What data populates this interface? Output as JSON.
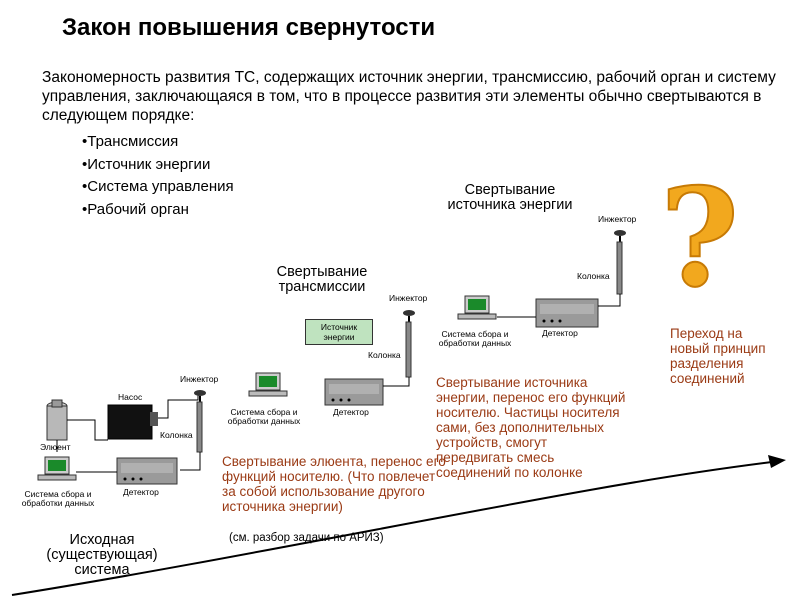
{
  "title": "Закон повышения свернутости",
  "intro": "Закономерность развития ТС, содержащих источник энергии, трансмиссию, рабочий орган и систему управления, заключающаяся в том, что в процессе развития эти элементы обычно свертываются в следующем порядке:",
  "bullets": [
    "Трансмиссия",
    "Источник энергии",
    "Система управления",
    "Рабочий орган"
  ],
  "stages": {
    "base": {
      "title": "Исходная (существующая) система",
      "eluent": "Элюент",
      "pump": "Насос",
      "injector": "Инжектор",
      "column": "Колонка",
      "detector": "Детектор",
      "daq": "Система сбора и обработки данных"
    },
    "transmission": {
      "title": "Свертывание трансмиссии",
      "injector": "Инжектор",
      "column": "Колонка",
      "detector": "Детектор",
      "daq": "Система сбора и обработки данных",
      "energy_source": "Источник энергии"
    },
    "energy": {
      "title": "Свертывание источника энергии",
      "injector": "Инжектор",
      "column": "Колонка",
      "detector": "Детектор",
      "daq": "Система сбора и обработки данных"
    }
  },
  "notes": {
    "transmission": "Свертывание элюента, перенос его функций носителю. (Что повлечет за собой использование другого источника энергии)",
    "ariz": "(см. разбор задачи по АРИЗ)",
    "energy": "Свертывание источника энергии, перенос его функций носителю. Частицы носителя сами, без дополнительных устройств, смогут передвигать смесь соединений по колонке",
    "future": "Переход на новый принцип разделения соединений"
  },
  "question_mark": "?",
  "colors": {
    "red_text": "#9a3a14",
    "energy_box": "#bfe3bf",
    "question": "#f2a81e"
  }
}
